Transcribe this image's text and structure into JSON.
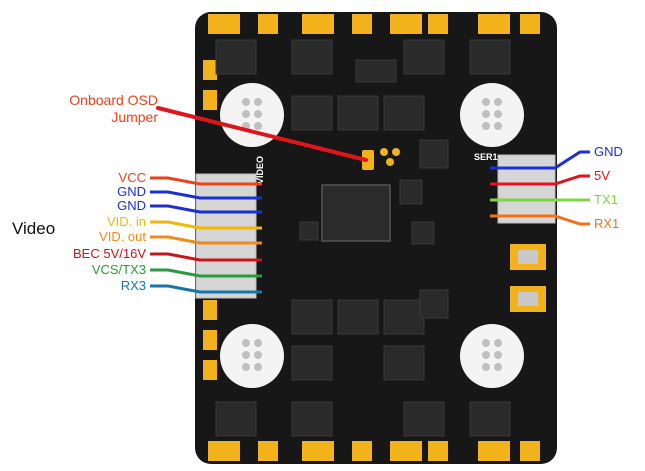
{
  "section_label": "Video",
  "callout": {
    "line1": "Onboard OSD",
    "line2": "Jumper",
    "color": "#e8431c"
  },
  "board_silkscreen": {
    "video": "VIDEO",
    "serial": "SER1"
  },
  "left_pins": [
    {
      "label": "VCC",
      "color": "#e8431c"
    },
    {
      "label": "GND",
      "color": "#1b2fd6"
    },
    {
      "label": "GND",
      "color": "#1b2fd6"
    },
    {
      "label": "VID. in",
      "color": "#f2b705"
    },
    {
      "label": "VID. out",
      "color": "#f28a1b"
    },
    {
      "label": "BEC 5V/16V",
      "color": "#c9141c"
    },
    {
      "label": "VCS/TX3",
      "color": "#2a9a3a"
    },
    {
      "label": "RX3",
      "color": "#1476a8"
    }
  ],
  "right_pins": [
    {
      "label": "GND",
      "color": "#1b2fd6"
    },
    {
      "label": "5V",
      "color": "#e0141c"
    },
    {
      "label": "TX1",
      "color": "#7fd34a"
    },
    {
      "label": "RX1",
      "color": "#f2701b"
    }
  ],
  "colors": {
    "pcb": "#1a1a1a",
    "pad": "#f2b21b",
    "chip": "#2a2a2a",
    "connector": "#d9d9d9"
  }
}
